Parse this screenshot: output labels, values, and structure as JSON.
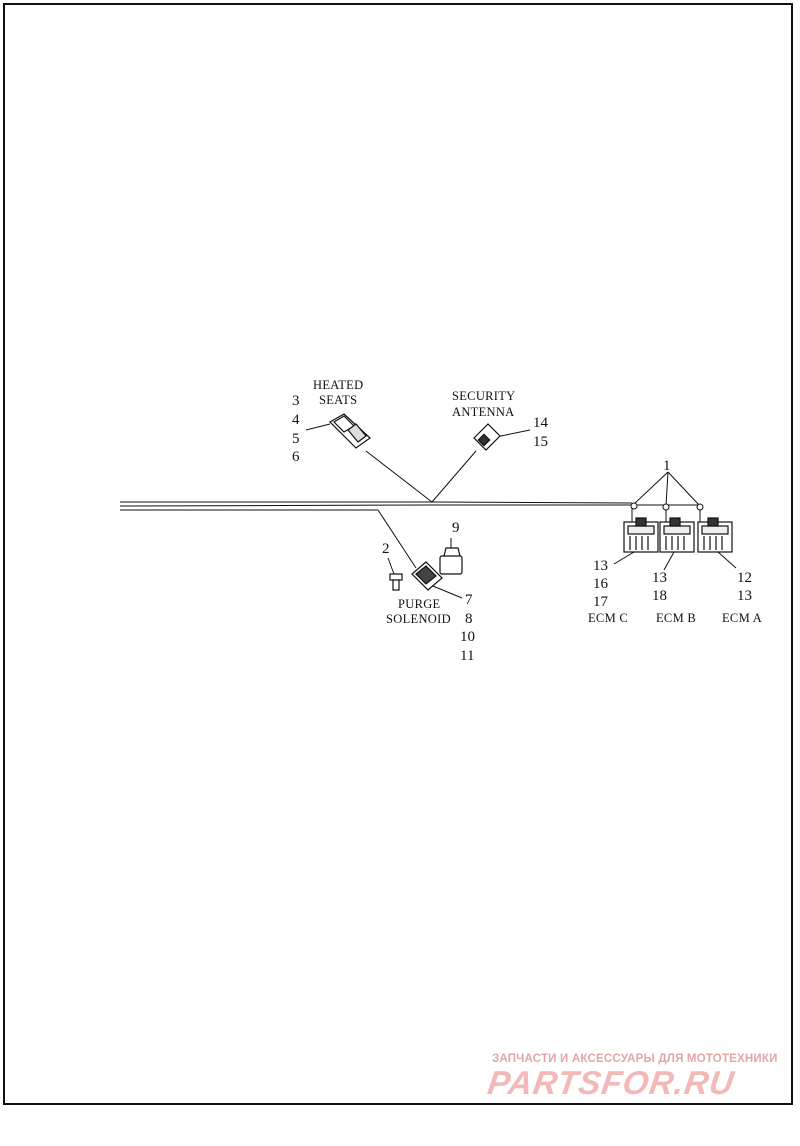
{
  "callouts": {
    "heated_seats_line1": "HEATED",
    "heated_seats_line2": "SEATS",
    "security_line1": "SECURITY",
    "security_line2": "ANTENNA",
    "purge_line1": "PURGE",
    "purge_line2": "SOLENOID",
    "ecm_c": "ECM C",
    "ecm_b": "ECM B",
    "ecm_a": "ECM A"
  },
  "numbers": {
    "n1": "1",
    "n2": "2",
    "n3": "3",
    "n4": "4",
    "n5": "5",
    "n6": "6",
    "n7": "7",
    "n8": "8",
    "n9": "9",
    "n10": "10",
    "n11": "11",
    "n12": "12",
    "n13_c": "13",
    "n13_b": "13",
    "n13_a": "13",
    "n14": "14",
    "n15": "15",
    "n16": "16",
    "n17": "17",
    "n18": "18"
  },
  "watermark": {
    "tagline": "ЗАПЧАСТИ И АКСЕССУАРЫ ДЛЯ МОТОТЕХНИКИ",
    "brand": "PARTSFOR.RU"
  },
  "colors": {
    "line": "#111111",
    "watermark": "#f3b9b9"
  }
}
